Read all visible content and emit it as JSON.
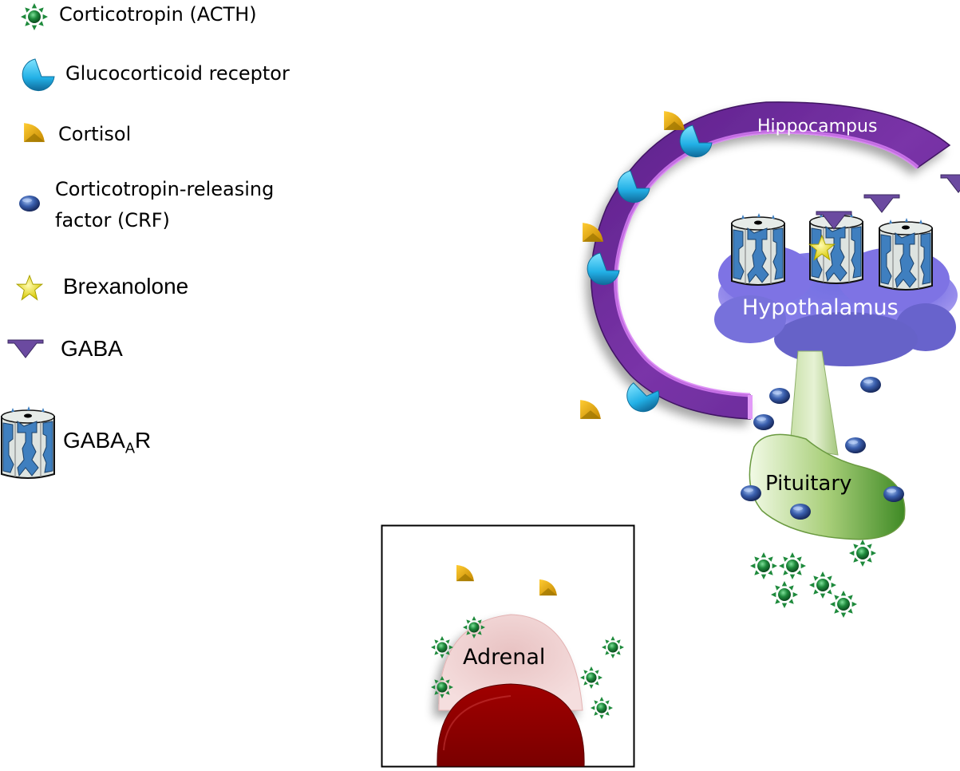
{
  "legend": {
    "items": [
      {
        "icon": "acth-star-sphere-icon",
        "label": "Corticotropin (ACTH)"
      },
      {
        "icon": "glucocorticoid-receptor-icon",
        "label": "Glucocorticoid receptor"
      },
      {
        "icon": "cortisol-wedge-icon",
        "label": "Cortisol"
      },
      {
        "icon": "crf-sphere-icon",
        "label_line1": "Corticotropin-releasing",
        "label_line2": "factor (CRF)"
      },
      {
        "icon": "brexanolone-star-icon",
        "label": "Brexanolone"
      },
      {
        "icon": "gaba-triangle-icon",
        "label": "GABA"
      },
      {
        "icon": "gabaa-receptor-icon",
        "label_main": "GABA",
        "label_sub": "A",
        "label_end": "R"
      }
    ]
  },
  "organs": {
    "hippocampus": "Hippocampus",
    "hypothalamus": "Hypothalamus",
    "pituitary": "Pituitary",
    "adrenal": "Adrenal"
  },
  "colors": {
    "acth": "#1e8a3c",
    "receptor": "#2bb5e8",
    "cortisol": "#e0a800",
    "crf": "#3a5fae",
    "brexanolone": "#f2ea20",
    "gaba": "#6b4aa0",
    "gabaa_blue": "#3f7fbf",
    "hippocampus": "#6a2a98",
    "hypothalamus": "#6a6adc",
    "pituitary": "#8fbf5a",
    "adrenal_cortex": "#f1cfcf",
    "adrenal_medulla": "#8b0000"
  }
}
